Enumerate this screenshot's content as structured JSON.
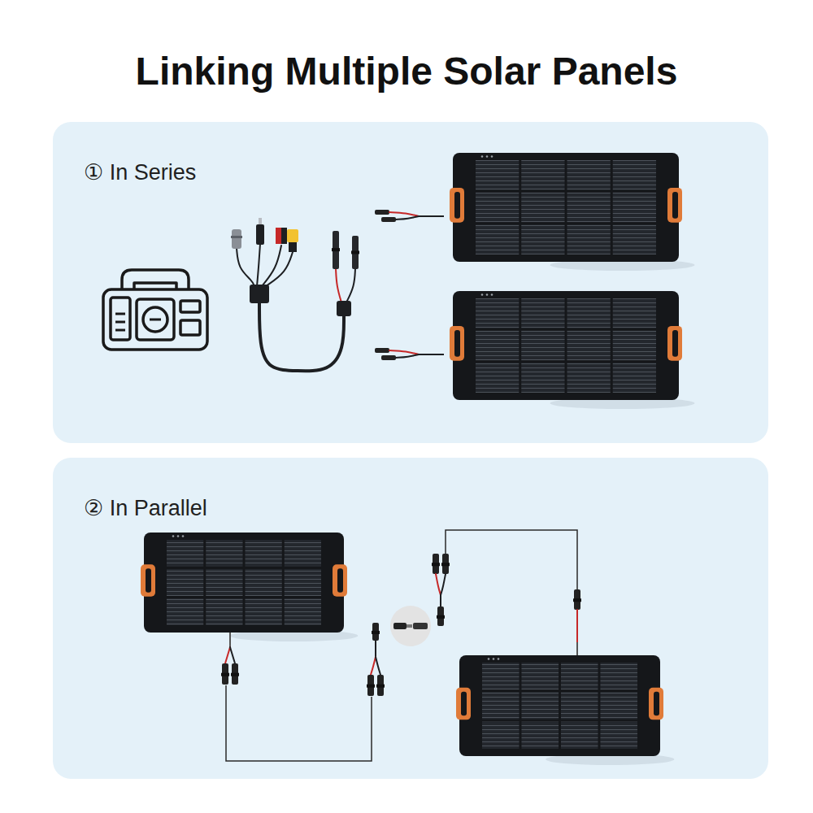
{
  "diagram": {
    "title": "Linking Multiple Solar Panels",
    "nodes": [
      {
        "text": [
          "① In Series"
        ]
      },
      {
        "text": [
          "② In Parallel"
        ]
      }
    ]
  }
}
